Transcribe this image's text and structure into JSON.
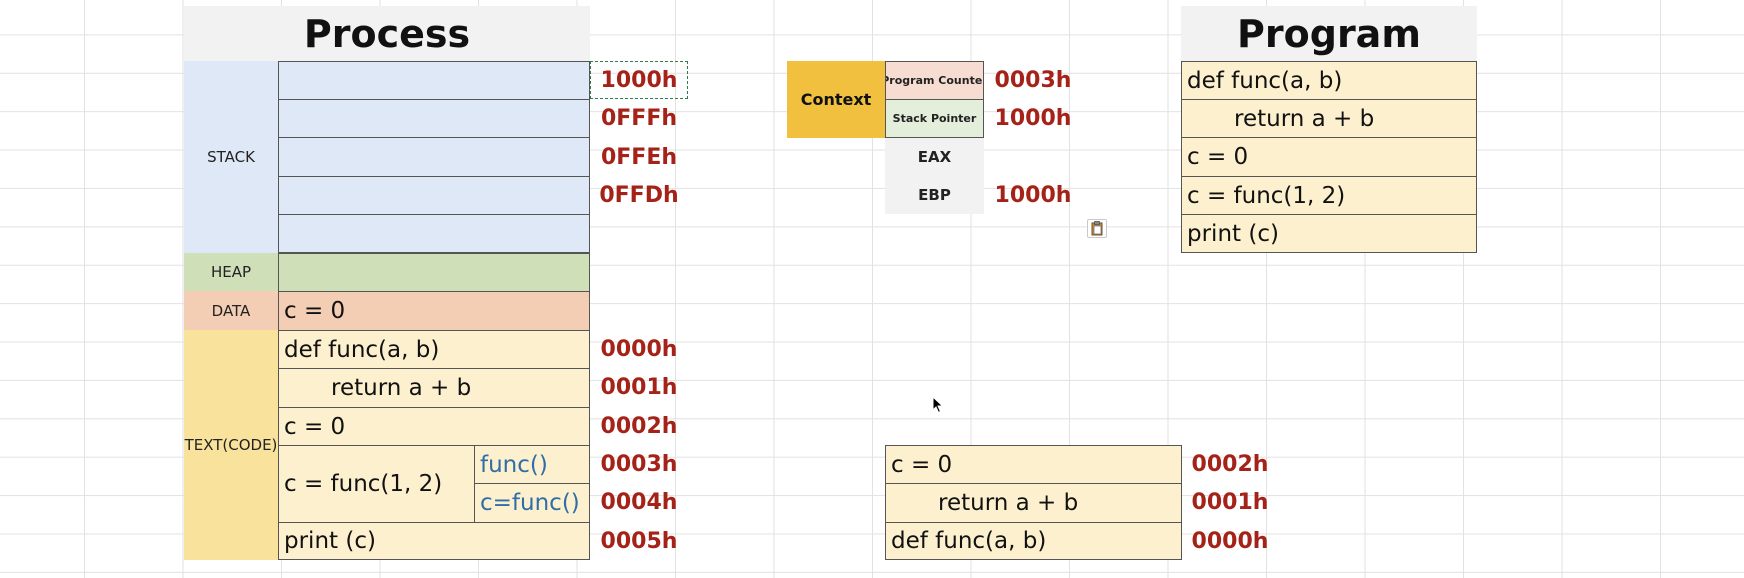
{
  "headers": {
    "process": "Process",
    "program": "Program"
  },
  "sections": {
    "stack": "STACK",
    "heap": "HEAP",
    "data": "DATA",
    "text": "TEXT(CODE)"
  },
  "stack_addresses": [
    "1000h",
    "0FFFh",
    "0FFEh",
    "0FFDh"
  ],
  "data_segment": {
    "line": "c = 0"
  },
  "text_segment": {
    "lines": [
      "def func(a, b)",
      "return a + b",
      "c = 0",
      "c = func(1, 2)",
      "print (c)"
    ],
    "sub_labels": [
      "func()",
      "c=func()"
    ],
    "addresses": [
      "0000h",
      "0001h",
      "0002h",
      "0003h",
      "0004h",
      "0005h"
    ]
  },
  "context": {
    "label": "Context",
    "program_counter": {
      "label": "Program Counter",
      "value": "0003h"
    },
    "stack_pointer": {
      "label": "Stack Pointer",
      "value": "1000h"
    },
    "eax": {
      "label": "EAX",
      "value": ""
    },
    "ebp": {
      "label": "EBP",
      "value": "1000h"
    }
  },
  "program": {
    "lines": [
      "def func(a, b)",
      "return a + b",
      "c = 0",
      "c = func(1, 2)",
      "print (c)"
    ]
  },
  "call_stack": {
    "lines": [
      "c = 0",
      "return a + b",
      "def func(a, b)"
    ],
    "addresses": [
      "0002h",
      "0001h",
      "0000h"
    ]
  },
  "icons": {
    "paste": "paste-options-icon",
    "cursor": "mouse-pointer-icon"
  },
  "colors": {
    "stack": "#dfe8f6",
    "heap": "#cfe0b9",
    "data": "#f3ceb4",
    "text": "#fdf0cf",
    "text_label": "#f9e29c",
    "context": "#f0c03e",
    "address": "#a52218",
    "link": "#2f6ea8"
  }
}
